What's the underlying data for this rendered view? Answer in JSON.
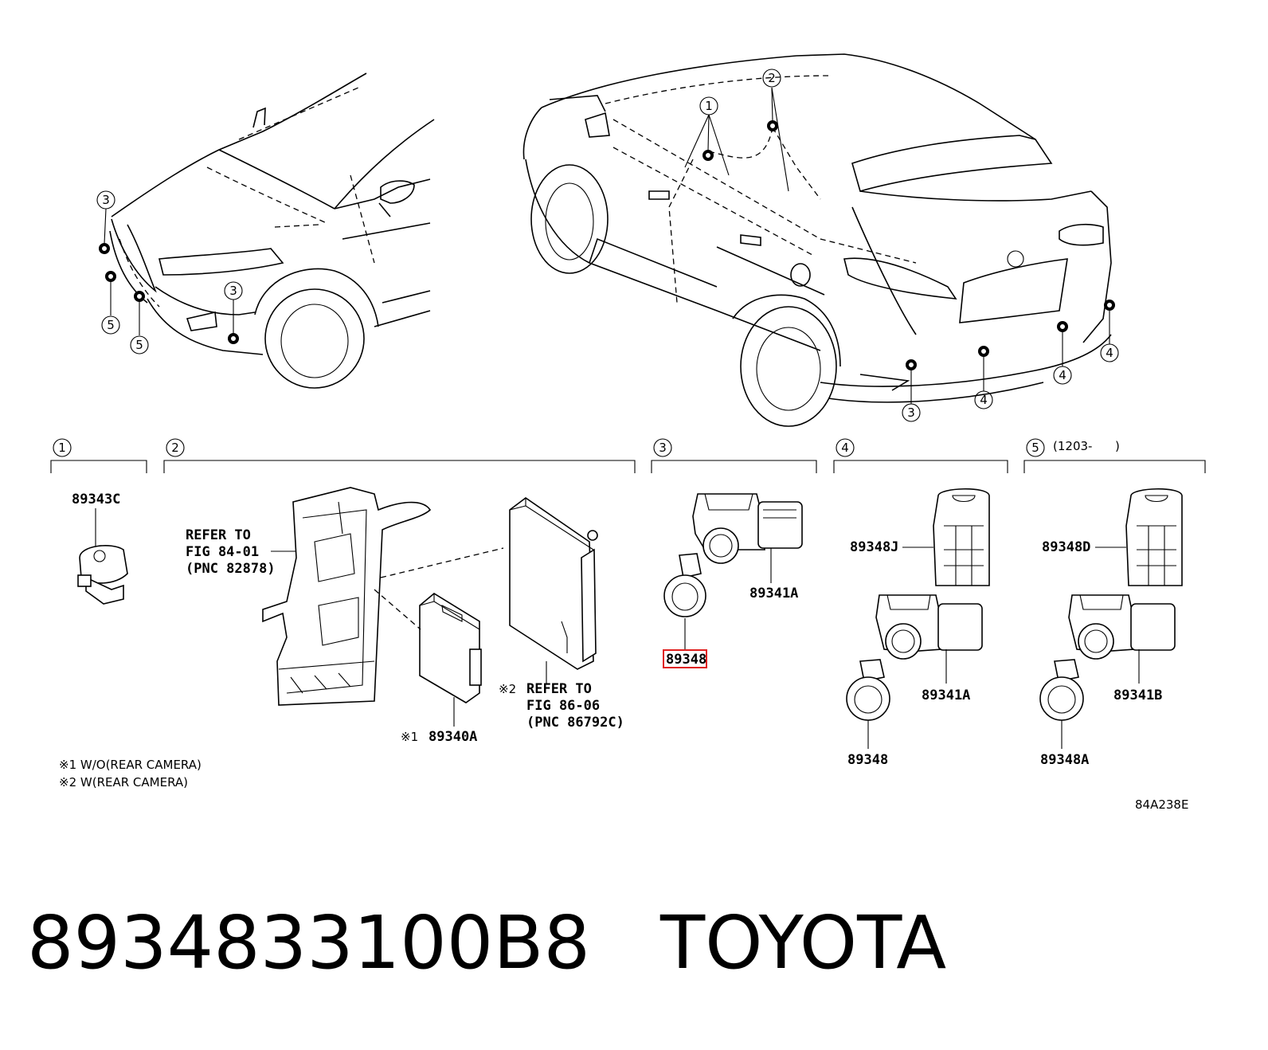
{
  "sections": [
    {
      "num": "1",
      "note": ""
    },
    {
      "num": "2",
      "note": ""
    },
    {
      "num": "3",
      "note": ""
    },
    {
      "num": "4",
      "note": ""
    },
    {
      "num": "5",
      "note": "(1203-      )"
    }
  ],
  "vehicle_callouts": {
    "front": [
      "3",
      "5",
      "5",
      "3"
    ],
    "rear": [
      "1",
      "2",
      "3",
      "4",
      "4",
      "4"
    ]
  },
  "parts": {
    "s1_sensor": "89343C",
    "s2_refer_a": [
      "REFER TO",
      "FIG 84-01",
      "(PNC 82878)"
    ],
    "s2_ecu_small": "89340A",
    "s2_ecu_small_mark": "※1",
    "s2_refer_b_mark": "※2",
    "s2_refer_b": [
      "REFER TO",
      "FIG 86-06",
      "(PNC 86792C)"
    ],
    "s3_sensor": "89341A",
    "s3_retainer": "89348",
    "s4_bracket": "89348J",
    "s4_sensor": "89341A",
    "s4_retainer": "89348",
    "s5_bracket": "89348D",
    "s5_sensor": "89341B",
    "s5_retainer": "89348A"
  },
  "notes": [
    "※1 W/O(REAR CAMERA)",
    "※2 W(REAR CAMERA)"
  ],
  "figure_code": "84A238E",
  "highlight_color": "#e0201f",
  "footer": {
    "part_number": "8934833100B8",
    "brand": "TOYOTA"
  }
}
